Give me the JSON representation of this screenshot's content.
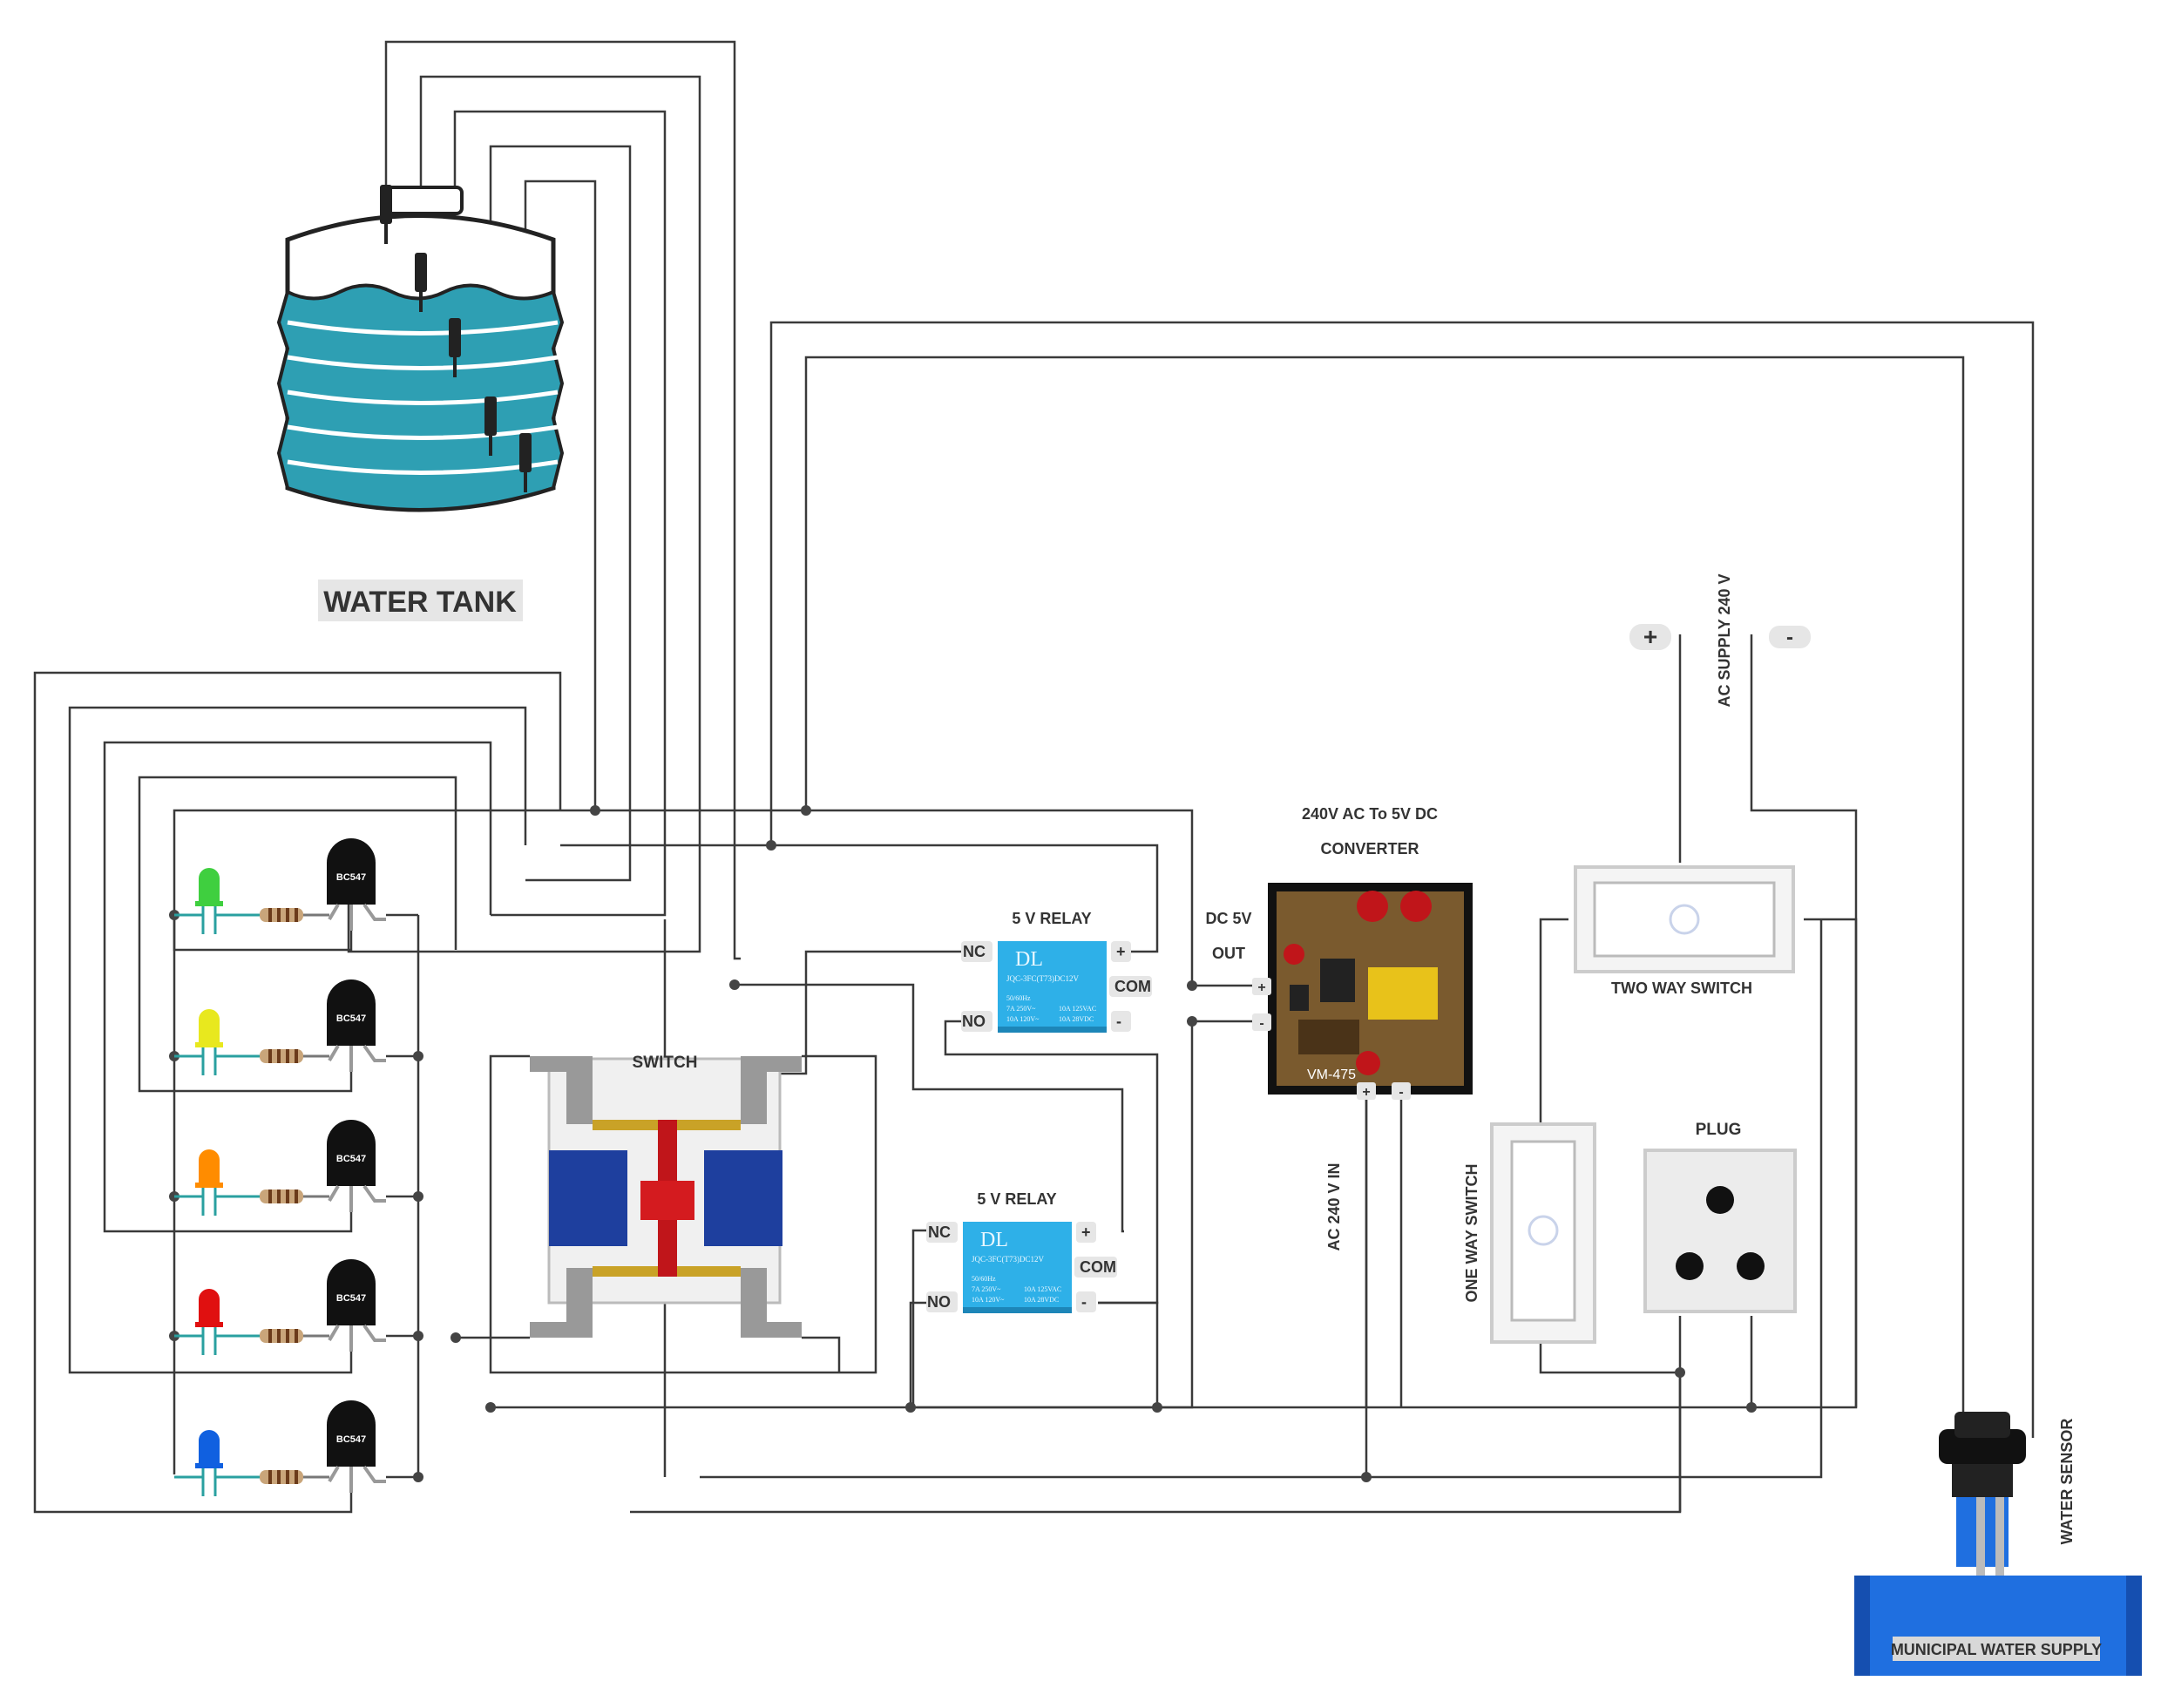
{
  "labels": {
    "water_tank": "WATER TANK",
    "switch": "SWITCH",
    "relay_top": "5 V RELAY",
    "relay_bottom": "5 V RELAY",
    "converter_line1": "240V AC To 5V DC",
    "converter_line2": "CONVERTER",
    "dc_out_line1": "DC 5V",
    "dc_out_line2": "OUT",
    "ac_in": "AC 240 V IN",
    "ac_supply": "AC SUPPLY 240 V",
    "two_way_switch": "TWO WAY SWITCH",
    "one_way_switch": "ONE WAY SWITCH",
    "plug": "PLUG",
    "water_sensor": "WATER SENSOR",
    "municipal": "MUNICIPAL WATER SUPPLY",
    "plus": "+",
    "minus": "-"
  },
  "transistor": {
    "label": "BC547"
  },
  "relay_pins": {
    "nc": "NC",
    "no": "NO",
    "com": "COM",
    "plus": "+",
    "minus": "-"
  },
  "relay_face": {
    "brand": "DL",
    "model": "JQC-3FC(T73)DC12V",
    "spec1": "10A 125VAC",
    "spec2": "10A 28VDC",
    "rating1": "50/60Hz",
    "rating2": "7A 250V~",
    "rating3": "10A 120V~"
  },
  "converter_board": {
    "model": "VM-475"
  },
  "leds": [
    {
      "color": "#3fcf3f"
    },
    {
      "color": "#e8e81e"
    },
    {
      "color": "#ff8c00"
    },
    {
      "color": "#e01010"
    },
    {
      "color": "#1060e0"
    }
  ],
  "water_color": "#2e9fb3"
}
